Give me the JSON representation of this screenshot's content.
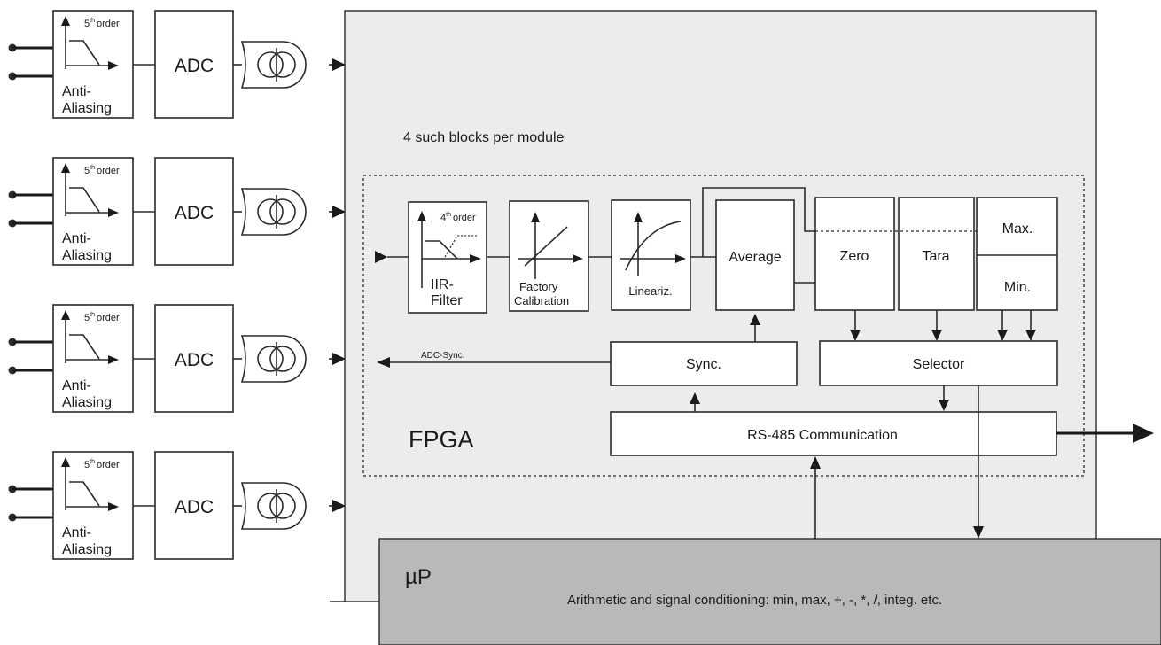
{
  "input_stage": {
    "filter": {
      "order_base": "5",
      "order_sup": "th",
      "order_word": "order",
      "line1": "Anti-",
      "line2": "Aliasing"
    },
    "adc_label": "ADC",
    "channel_count": 4
  },
  "module": {
    "blocks_note": "4 such blocks per module",
    "fpga_label": "FPGA"
  },
  "fpga": {
    "iir": {
      "order_base": "4",
      "order_sup": "th",
      "order_word": "order",
      "line1": "IIR-",
      "line2": "Filter"
    },
    "factory": {
      "line1": "Factory",
      "line2": "Calibration"
    },
    "lineariz": "Lineariz.",
    "average": "Average",
    "zero": "Zero",
    "tara": "Tara",
    "max": "Max.",
    "min": "Min.",
    "sync": "Sync.",
    "selector": "Selector",
    "rs485": "RS-485 Communication",
    "adc_sync": "ADC-Sync."
  },
  "up": {
    "label": "µP",
    "description": "Arithmetic and signal conditioning: min, max, +, -, *, /, integ. etc."
  },
  "colors": {
    "module_bg": "#ececec",
    "up_bg": "#b9b9b9",
    "stroke": "#2a2a2a"
  }
}
